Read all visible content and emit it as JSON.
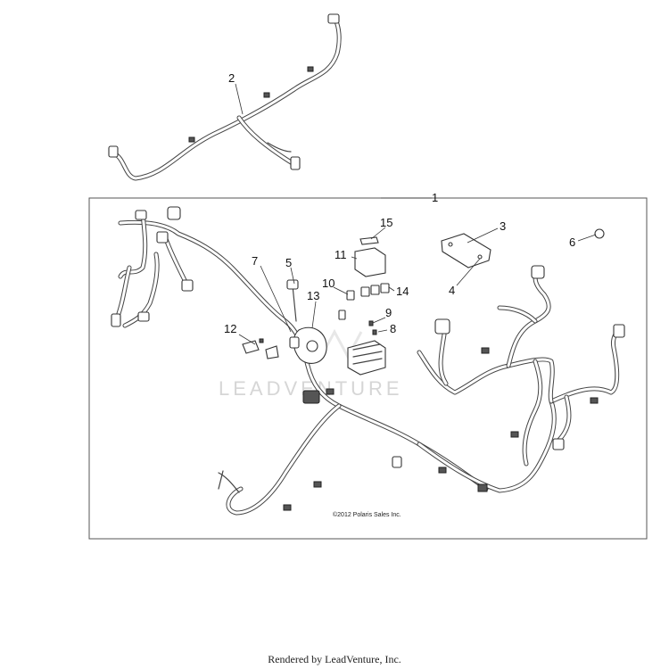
{
  "diagram": {
    "callouts": [
      "1",
      "2",
      "3",
      "4",
      "5",
      "6",
      "7",
      "8",
      "9",
      "10",
      "11",
      "12",
      "13",
      "14",
      "15"
    ],
    "copyright": "©2012 Polaris Sales Inc.",
    "watermark": "LEADVENTURE"
  },
  "footer": {
    "text": "Rendered by LeadVenture, Inc."
  }
}
